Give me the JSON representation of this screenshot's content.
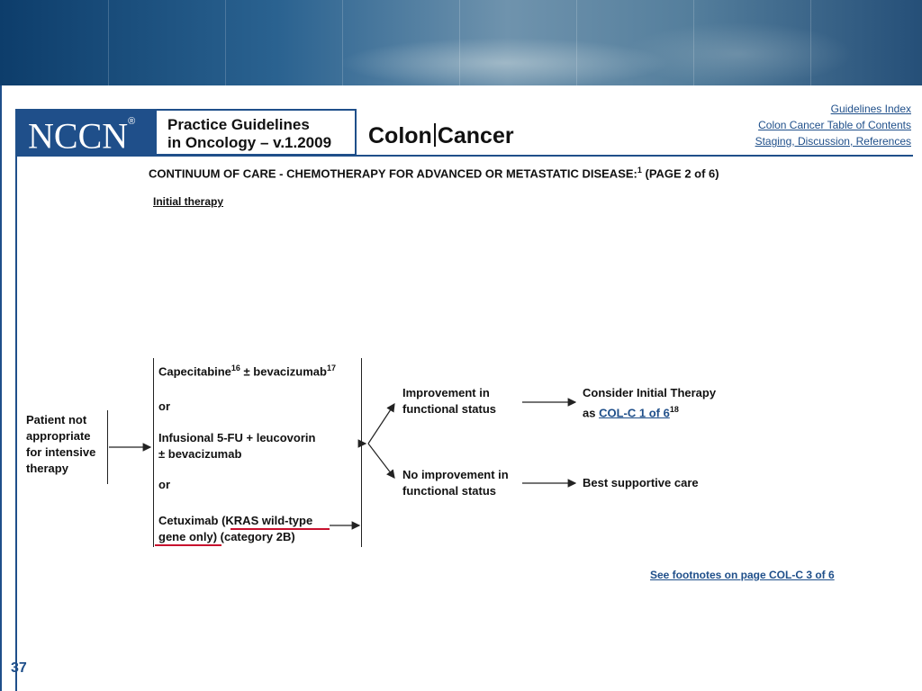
{
  "header": {
    "logo": "NCCN",
    "logo_mark": "®",
    "title_line1": "Practice Guidelines",
    "title_line2": "in Oncology – v.1.2009",
    "cancer_a": "Colon",
    "cancer_b": "Cancer"
  },
  "links": {
    "guidelines_index": "Guidelines Index",
    "toc": "Colon Cancer Table of Contents",
    "staging": "Staging, Discussion, References",
    "see_footnotes": "See footnotes on page COL-C 3 of 6"
  },
  "section": {
    "title": "CONTINUUM OF CARE - CHEMOTHERAPY FOR ADVANCED OR METASTATIC DISEASE:",
    "title_sup": "1",
    "title_page": " (PAGE 2 of 6)",
    "subtitle": "Initial therapy"
  },
  "flow": {
    "patient_l1": "Patient not",
    "patient_l2": "appropriate",
    "patient_l3": "for intensive",
    "patient_l4": "therapy",
    "option1_a": "Capecitabine",
    "option1_sup1": "16",
    "option1_b": " ± bevacizumab",
    "option1_sup2": "17",
    "or1": "or",
    "option2_l1": "Infusional 5-FU + leucovorin",
    "option2_l2": "± bevacizumab",
    "or2": "or",
    "option3_a": "Cetuximab (",
    "option3_b": "KRAS wild-type",
    "option3_c": "gene only",
    "option3_d": ") (category 2B)",
    "improve_l1": "Improvement in",
    "improve_l2": "functional status",
    "noimprove_l1": "No improvement in",
    "noimprove_l2": "functional status",
    "consider_l1": "Consider Initial Therapy",
    "consider_l2a": "as ",
    "consider_link": "COL-C 1 of 6",
    "consider_sup": "18",
    "best": "Best supportive care"
  },
  "page_number": "37",
  "colors": {
    "brand": "#1f4f8a",
    "underline": "#c8102e"
  }
}
